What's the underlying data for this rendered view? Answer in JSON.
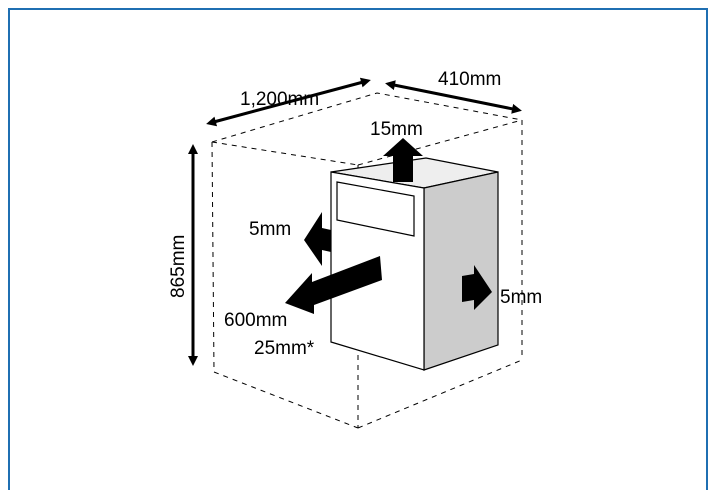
{
  "diagram": {
    "clearances": {
      "width_label": "1,200mm",
      "depth_label": "410mm",
      "height_label": "865mm",
      "top_label": "15mm",
      "left_label": "5mm",
      "right_label": "5mm",
      "front_label": "600mm",
      "front_note_label": "25mm*"
    },
    "colors": {
      "frame_border": "#1f6fb2",
      "appliance_front": "#ffffff",
      "appliance_top": "#eeeeee",
      "appliance_side": "#cccccc",
      "arrow": "#000000"
    }
  }
}
